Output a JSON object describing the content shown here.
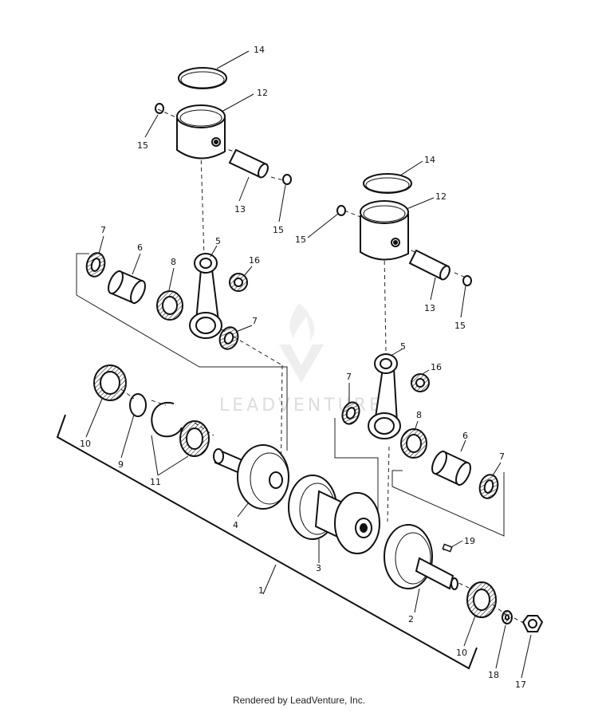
{
  "footer": {
    "text": "Rendered by LeadVenture, Inc."
  },
  "watermark": {
    "text": "LEADVENTURE",
    "color": "#d8d8d8"
  },
  "callouts": [
    "1",
    "2",
    "3",
    "4",
    "5",
    "6",
    "7",
    "8",
    "9",
    "10",
    "11",
    "12",
    "13",
    "14",
    "15",
    "16",
    "17",
    "18",
    "19"
  ]
}
